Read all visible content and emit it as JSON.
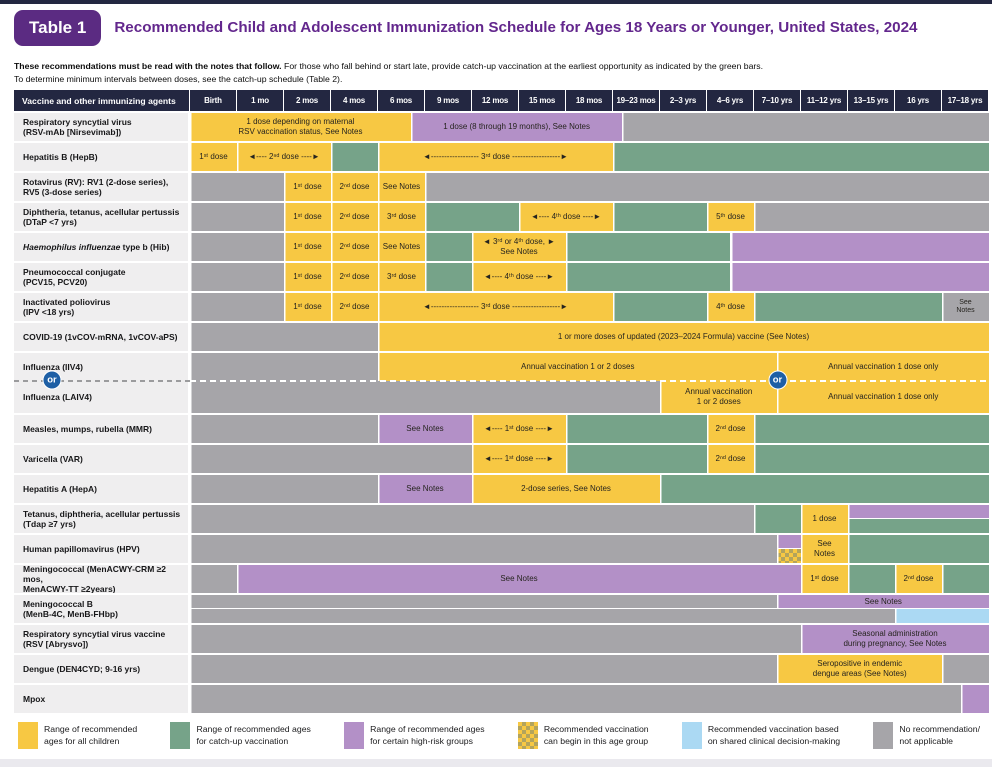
{
  "page": {
    "badge": "Table 1",
    "title": "Recommended Child and Adolescent Immunization Schedule for Ages 18 Years or Younger, United States, 2024",
    "note1_bold": "These recommendations must be read with the notes that follow.",
    "note1_rest": " For those who fall behind or start late, provide catch-up vaccination at the earliest opportunity as indicated by the green bars.",
    "note2": "To determine minimum intervals between doses, see the catch-up schedule (Table 2)."
  },
  "colors": {
    "all_children_yellow": "#f7c843",
    "catch_up_green": "#76a389",
    "high_risk_purple": "#b390c7",
    "no_recommendation_gray": "#a6a5a9",
    "shared_decision_blue": "#abd9f3",
    "header_navy": "#232741",
    "badge_purple": "#5b2b82",
    "title_purple": "#63278d",
    "or_badge_blue": "#1e5fa5"
  },
  "schedule": {
    "corner": "Vaccine and other immunizing agents",
    "or_label": "or",
    "columns": [
      "Birth",
      "1 mo",
      "2 mos",
      "4 mos",
      "6 mos",
      "9 mos",
      "12 mos",
      "15 mos",
      "18 mos",
      "19–23 mos",
      "2–3 yrs",
      "4–6 yrs",
      "7–10 yrs",
      "11–12 yrs",
      "13–15 yrs",
      "16 yrs",
      "17–18 yrs"
    ],
    "rows": [
      {
        "lines": [
          "Respiratory syncytial virus",
          "(RSV-mAb [Nirsevimab])"
        ],
        "segments": [
          {
            "c": "y",
            "f": 0,
            "t": 4.7,
            "text": "1 dose depending on maternal\nRSV vaccination status, See Notes"
          },
          {
            "c": "p",
            "f": 4.7,
            "t": 9.2,
            "text": "1 dose (8 through 19 months), See Notes"
          },
          {
            "c": "n",
            "f": 9.2,
            "t": 17
          }
        ]
      },
      {
        "lines": [
          "Hepatitis B (HepB)"
        ],
        "segments": [
          {
            "c": "y",
            "f": 0,
            "t": 1,
            "text": "1ˢᵗ dose"
          },
          {
            "c": "y",
            "f": 1,
            "t": 3,
            "text": "◄---- 2ⁿᵈ dose ----►"
          },
          {
            "c": "g",
            "f": 3,
            "t": 4
          },
          {
            "c": "y",
            "f": 4,
            "t": 9,
            "text": "◄------------------ 3ʳᵈ dose ------------------►"
          },
          {
            "c": "g",
            "f": 9,
            "t": 17
          }
        ]
      },
      {
        "lines": [
          "Rotavirus (RV): RV1 (2-dose series),",
          "RV5 (3-dose series)"
        ],
        "segments": [
          {
            "c": "n",
            "f": 0,
            "t": 2
          },
          {
            "c": "y",
            "f": 2,
            "t": 3,
            "text": "1ˢᵗ dose"
          },
          {
            "c": "y",
            "f": 3,
            "t": 4,
            "text": "2ⁿᵈ dose"
          },
          {
            "c": "y",
            "f": 4,
            "t": 5,
            "text": "See Notes"
          },
          {
            "c": "n",
            "f": 5,
            "t": 17
          }
        ]
      },
      {
        "lines": [
          "Diphtheria, tetanus, acellular pertussis",
          "(DTaP <7 yrs)"
        ],
        "segments": [
          {
            "c": "n",
            "f": 0,
            "t": 2
          },
          {
            "c": "y",
            "f": 2,
            "t": 3,
            "text": "1ˢᵗ dose"
          },
          {
            "c": "y",
            "f": 3,
            "t": 4,
            "text": "2ⁿᵈ dose"
          },
          {
            "c": "y",
            "f": 4,
            "t": 5,
            "text": "3ʳᵈ dose"
          },
          {
            "c": "g",
            "f": 5,
            "t": 7
          },
          {
            "c": "y",
            "f": 7,
            "t": 9,
            "text": "◄---- 4ᵗʰ dose ----►"
          },
          {
            "c": "g",
            "f": 9,
            "t": 11
          },
          {
            "c": "y",
            "f": 11,
            "t": 12,
            "text": "5ᵗʰ dose"
          },
          {
            "c": "n",
            "f": 12,
            "t": 17
          }
        ]
      },
      {
        "em": "Haemophilus influenzae",
        "rest": " type b (Hib)",
        "segments": [
          {
            "c": "n",
            "f": 0,
            "t": 2
          },
          {
            "c": "y",
            "f": 2,
            "t": 3,
            "text": "1ˢᵗ dose"
          },
          {
            "c": "y",
            "f": 3,
            "t": 4,
            "text": "2ⁿᵈ dose"
          },
          {
            "c": "y",
            "f": 4,
            "t": 5,
            "text": "See Notes"
          },
          {
            "c": "g",
            "f": 5,
            "t": 6
          },
          {
            "c": "y",
            "f": 6,
            "t": 8,
            "text": "◄ 3ʳᵈ or 4ᵗʰ dose, ►\nSee Notes"
          },
          {
            "c": "g",
            "f": 8,
            "t": 11.5
          },
          {
            "c": "p",
            "f": 11.5,
            "t": 17
          }
        ]
      },
      {
        "lines": [
          "Pneumococcal conjugate",
          "(PCV15, PCV20)"
        ],
        "segments": [
          {
            "c": "n",
            "f": 0,
            "t": 2
          },
          {
            "c": "y",
            "f": 2,
            "t": 3,
            "text": "1ˢᵗ dose"
          },
          {
            "c": "y",
            "f": 3,
            "t": 4,
            "text": "2ⁿᵈ dose"
          },
          {
            "c": "y",
            "f": 4,
            "t": 5,
            "text": "3ʳᵈ dose"
          },
          {
            "c": "g",
            "f": 5,
            "t": 6
          },
          {
            "c": "y",
            "f": 6,
            "t": 8,
            "text": "◄---- 4ᵗʰ dose ----►"
          },
          {
            "c": "g",
            "f": 8,
            "t": 11.5
          },
          {
            "c": "p",
            "f": 11.5,
            "t": 17
          }
        ]
      },
      {
        "lines": [
          "Inactivated poliovirus",
          "(IPV <18 yrs)"
        ],
        "segments": [
          {
            "c": "n",
            "f": 0,
            "t": 2
          },
          {
            "c": "y",
            "f": 2,
            "t": 3,
            "text": "1ˢᵗ dose"
          },
          {
            "c": "y",
            "f": 3,
            "t": 4,
            "text": "2ⁿᵈ dose"
          },
          {
            "c": "y",
            "f": 4,
            "t": 9,
            "text": "◄------------------ 3ʳᵈ dose ------------------►"
          },
          {
            "c": "g",
            "f": 9,
            "t": 11
          },
          {
            "c": "y",
            "f": 11,
            "t": 12,
            "text": "4ᵗʰ dose"
          },
          {
            "c": "g",
            "f": 12,
            "t": 16
          },
          {
            "c": "n",
            "f": 16,
            "t": 17,
            "sm": true,
            "text": "See\nNotes"
          }
        ]
      },
      {
        "lines": [
          "COVID-19 (1vCOV-mRNA, 1vCOV-aPS)"
        ],
        "segments": [
          {
            "c": "n",
            "f": 0,
            "t": 4
          },
          {
            "c": "y",
            "f": 4,
            "t": 17,
            "text": "1 or more doses of updated (2023–2024 Formula) vaccine (See Notes)"
          }
        ]
      },
      {
        "lines": [
          "Influenza (IIV4)"
        ],
        "segments": [
          {
            "c": "n",
            "f": 0,
            "t": 4
          },
          {
            "c": "y",
            "f": 4,
            "t": 12.5,
            "text": "Annual vaccination 1 or 2 doses"
          },
          {
            "c": "y",
            "f": 12.5,
            "t": 17,
            "text": "Annual vaccination 1 dose only"
          }
        ]
      },
      {
        "lines": [
          "Influenza (LAIV4)"
        ],
        "or": true,
        "segments": [
          {
            "c": "n",
            "f": 0,
            "t": 10
          },
          {
            "c": "y",
            "f": 10,
            "t": 12.5,
            "text": "Annual vaccination\n1 or 2 doses"
          },
          {
            "c": "y",
            "f": 12.5,
            "t": 17,
            "text": "Annual vaccination 1 dose only"
          }
        ]
      },
      {
        "lines": [
          "Measles, mumps, rubella (MMR)"
        ],
        "segments": [
          {
            "c": "n",
            "f": 0,
            "t": 4
          },
          {
            "c": "p",
            "f": 4,
            "t": 6,
            "text": "See Notes"
          },
          {
            "c": "y",
            "f": 6,
            "t": 8,
            "text": "◄---- 1ˢᵗ dose ----►"
          },
          {
            "c": "g",
            "f": 8,
            "t": 11
          },
          {
            "c": "y",
            "f": 11,
            "t": 12,
            "text": "2ⁿᵈ dose"
          },
          {
            "c": "g",
            "f": 12,
            "t": 17
          }
        ]
      },
      {
        "lines": [
          "Varicella (VAR)"
        ],
        "segments": [
          {
            "c": "n",
            "f": 0,
            "t": 6
          },
          {
            "c": "y",
            "f": 6,
            "t": 8,
            "text": "◄---- 1ˢᵗ dose ----►"
          },
          {
            "c": "g",
            "f": 8,
            "t": 11
          },
          {
            "c": "y",
            "f": 11,
            "t": 12,
            "text": "2ⁿᵈ dose"
          },
          {
            "c": "g",
            "f": 12,
            "t": 17
          }
        ]
      },
      {
        "lines": [
          "Hepatitis A (HepA)"
        ],
        "segments": [
          {
            "c": "n",
            "f": 0,
            "t": 4
          },
          {
            "c": "p",
            "f": 4,
            "t": 6,
            "text": "See Notes"
          },
          {
            "c": "y",
            "f": 6,
            "t": 10,
            "text": "2-dose series, See Notes"
          },
          {
            "c": "g",
            "f": 10,
            "t": 17
          }
        ]
      },
      {
        "lines": [
          "Tetanus, diphtheria, acellular pertussis",
          "(Tdap ≥7 yrs)"
        ],
        "segments": [
          {
            "c": "n",
            "f": 0,
            "t": 12
          },
          {
            "c": "g",
            "f": 12,
            "t": 13
          },
          {
            "c": "y",
            "f": 13,
            "t": 14,
            "text": "1 dose"
          },
          {
            "c": "p",
            "f": 14,
            "t": 17,
            "half": "top"
          },
          {
            "c": "g",
            "f": 14,
            "t": 17,
            "half": "bottom"
          }
        ]
      },
      {
        "lines": [
          "Human papillomavirus (HPV)"
        ],
        "segments": [
          {
            "c": "n",
            "f": 0,
            "t": 12.5
          },
          {
            "c": "p",
            "f": 12.5,
            "t": 13,
            "half": "top"
          },
          {
            "c": "ch",
            "f": 12.5,
            "t": 13,
            "half": "bottom"
          },
          {
            "c": "y",
            "f": 13,
            "t": 14,
            "text": "See\nNotes"
          },
          {
            "c": "g",
            "f": 14,
            "t": 17
          }
        ]
      },
      {
        "lines": [
          "Meningococcal (MenACWY-CRM ≥2 mos,",
          "MenACWY-TT ≥2years)"
        ],
        "segments": [
          {
            "c": "n",
            "f": 0,
            "t": 1
          },
          {
            "c": "p",
            "f": 1,
            "t": 13,
            "text": "See Notes"
          },
          {
            "c": "y",
            "f": 13,
            "t": 14,
            "text": "1ˢᵗ dose"
          },
          {
            "c": "g",
            "f": 14,
            "t": 15
          },
          {
            "c": "y",
            "f": 15,
            "t": 16,
            "text": "2ⁿᵈ dose"
          },
          {
            "c": "g",
            "f": 16,
            "t": 17
          }
        ]
      },
      {
        "lines": [
          "Meningococcal B",
          "(MenB-4C, MenB-FHbp)"
        ],
        "segments": [
          {
            "c": "n",
            "f": 0,
            "t": 12.5,
            "half": "top"
          },
          {
            "c": "p",
            "f": 12.5,
            "t": 17,
            "half": "top",
            "text": "See Notes"
          },
          {
            "c": "n",
            "f": 0,
            "t": 15,
            "half": "bottom"
          },
          {
            "c": "b",
            "f": 15,
            "t": 17,
            "half": "bottom"
          }
        ]
      },
      {
        "lines": [
          "Respiratory syncytial virus vaccine",
          "(RSV [Abrysvo])"
        ],
        "segments": [
          {
            "c": "n",
            "f": 0,
            "t": 13
          },
          {
            "c": "p",
            "f": 13,
            "t": 17,
            "text": "Seasonal administration\nduring pregnancy, See Notes"
          }
        ]
      },
      {
        "lines": [
          "Dengue (DEN4CYD; 9-16 yrs)"
        ],
        "segments": [
          {
            "c": "n",
            "f": 0,
            "t": 12.5
          },
          {
            "c": "y",
            "f": 12.5,
            "t": 16,
            "text": "Seropositive in endemic\ndengue areas (See Notes)"
          },
          {
            "c": "n",
            "f": 16,
            "t": 17
          }
        ]
      },
      {
        "lines": [
          "Mpox"
        ],
        "segments": [
          {
            "c": "n",
            "f": 0,
            "t": 16.4
          },
          {
            "c": "p",
            "f": 16.4,
            "t": 17
          }
        ]
      }
    ]
  },
  "legend": [
    {
      "c": "y",
      "lines": [
        "Range of recommended",
        "ages for all children"
      ]
    },
    {
      "c": "g",
      "lines": [
        "Range of recommended ages",
        "for catch-up vaccination"
      ]
    },
    {
      "c": "p",
      "lines": [
        "Range of recommended ages",
        "for certain high-risk groups"
      ]
    },
    {
      "c": "ch",
      "lines": [
        "Recommended vaccination",
        "can begin in this age group"
      ]
    },
    {
      "c": "b",
      "lines": [
        "Recommended vaccination based",
        "on shared clinical decision-making"
      ]
    },
    {
      "c": "n",
      "lines": [
        "No recommendation/",
        "not applicable"
      ]
    }
  ]
}
